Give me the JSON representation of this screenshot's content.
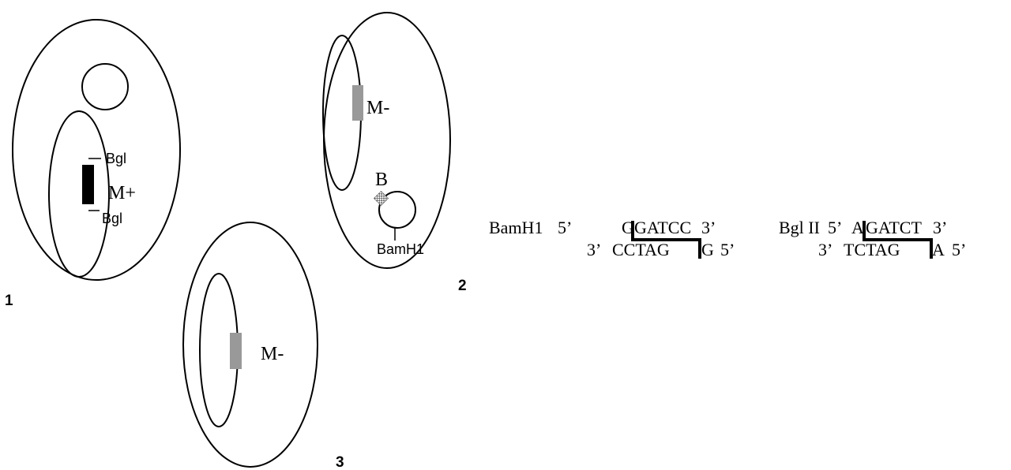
{
  "cells": {
    "cell1": {
      "number": "1",
      "gene_label": "M+",
      "site_top": "Bgl",
      "site_bottom": "Bgl",
      "gene_color": "#000000"
    },
    "cell2": {
      "number": "2",
      "gene_label": "M-",
      "plasmid_marker": "B",
      "plasmid_site": "BamH1",
      "gene_color": "#999999"
    },
    "cell3": {
      "number": "3",
      "gene_label": "M-",
      "gene_color": "#999999"
    }
  },
  "sequences": {
    "bamh1": {
      "name": "BamH1",
      "top_prefix": "5’",
      "top_left": "G",
      "top_right": "GATCC",
      "top_suffix": "3’",
      "bottom_prefix": "3’",
      "bottom_left": "CCTAG",
      "bottom_right": "G",
      "bottom_suffix": "5’"
    },
    "bglii": {
      "name": "Bgl II",
      "top_prefix": "5’",
      "top_left": "A",
      "top_right": "GATCT",
      "top_suffix": "3’",
      "bottom_prefix": "3’",
      "bottom_left": "TCTAG",
      "bottom_right": "A",
      "bottom_suffix": "5’"
    }
  }
}
